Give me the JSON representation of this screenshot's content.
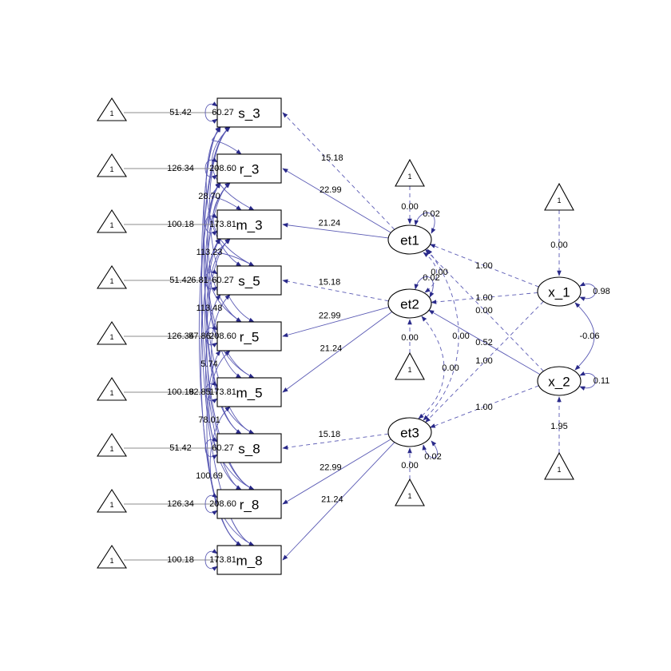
{
  "colors": {
    "edge": "#5a5ab4",
    "arrowhead": "#2a2a8a",
    "intercept_edge": "#8c8c8c",
    "node_stroke": "#000000"
  },
  "intercept_label": "1",
  "observed": [
    {
      "id": "s_3",
      "label": "s_3",
      "intercept": "51.42",
      "variance": "60.27"
    },
    {
      "id": "r_3",
      "label": "r_3",
      "intercept": "126.34",
      "variance": "208.60"
    },
    {
      "id": "m_3",
      "label": "m_3",
      "intercept": "100.18",
      "variance": "173.81"
    },
    {
      "id": "s_5",
      "label": "s_5",
      "intercept": "51.42",
      "variance": "60.27"
    },
    {
      "id": "r_5",
      "label": "r_5",
      "intercept": "126.34",
      "variance": "208.60"
    },
    {
      "id": "m_5",
      "label": "m_5",
      "intercept": "100.18",
      "variance": "173.81"
    },
    {
      "id": "s_8",
      "label": "s_8",
      "intercept": "51.42",
      "variance": "60.27"
    },
    {
      "id": "r_8",
      "label": "r_8",
      "intercept": "126.34",
      "variance": "208.60"
    },
    {
      "id": "m_8",
      "label": "m_8",
      "intercept": "100.18",
      "variance": "173.81"
    }
  ],
  "latent": [
    {
      "id": "et1",
      "label": "et1",
      "mean": "0.00",
      "variance": "0.02"
    },
    {
      "id": "et2",
      "label": "et2",
      "mean": "0.00",
      "variance": "0.02"
    },
    {
      "id": "et3",
      "label": "et3",
      "mean": "0.00",
      "variance": "0.02"
    },
    {
      "id": "x_1",
      "label": "x_1",
      "mean": "0.00",
      "variance": "0.98"
    },
    {
      "id": "x_2",
      "label": "x_2",
      "mean": "1.95",
      "variance": "0.11"
    }
  ],
  "loadings": [
    {
      "from": "et1",
      "to": "s_3",
      "value": "15.18",
      "fixed": true
    },
    {
      "from": "et1",
      "to": "r_3",
      "value": "22.99",
      "fixed": false
    },
    {
      "from": "et1",
      "to": "m_3",
      "value": "21.24",
      "fixed": false
    },
    {
      "from": "et2",
      "to": "s_5",
      "value": "15.18",
      "fixed": true
    },
    {
      "from": "et2",
      "to": "r_5",
      "value": "22.99",
      "fixed": false
    },
    {
      "from": "et2",
      "to": "m_5",
      "value": "21.24",
      "fixed": false
    },
    {
      "from": "et3",
      "to": "s_8",
      "value": "15.18",
      "fixed": true
    },
    {
      "from": "et3",
      "to": "r_8",
      "value": "22.99",
      "fixed": false
    },
    {
      "from": "et3",
      "to": "m_8",
      "value": "21.24",
      "fixed": false
    }
  ],
  "regressions": [
    {
      "from": "x_1",
      "to": "et1",
      "value": "1.00"
    },
    {
      "from": "x_1",
      "to": "et2",
      "value": "1.00"
    },
    {
      "from": "x_1",
      "to": "et3",
      "value": "1.00"
    },
    {
      "from": "x_2",
      "to": "et1",
      "value": "0.00"
    },
    {
      "from": "x_2",
      "to": "et2",
      "value": "0.52"
    },
    {
      "from": "x_2",
      "to": "et3",
      "value": "1.00"
    }
  ],
  "latent_covariances": [
    {
      "a": "x_1",
      "b": "x_2",
      "value": "-0.06"
    },
    {
      "a": "et1",
      "b": "et2",
      "value": "0.00"
    },
    {
      "a": "et1",
      "b": "et3",
      "value": "0.00"
    },
    {
      "a": "et2",
      "b": "et3",
      "value": "0.00"
    }
  ],
  "residual_covariance_labels": [
    "28.70",
    "113.23",
    "6.81",
    "113.48",
    "57.86",
    "5.74",
    "92.85",
    "78.01",
    "100.69"
  ]
}
